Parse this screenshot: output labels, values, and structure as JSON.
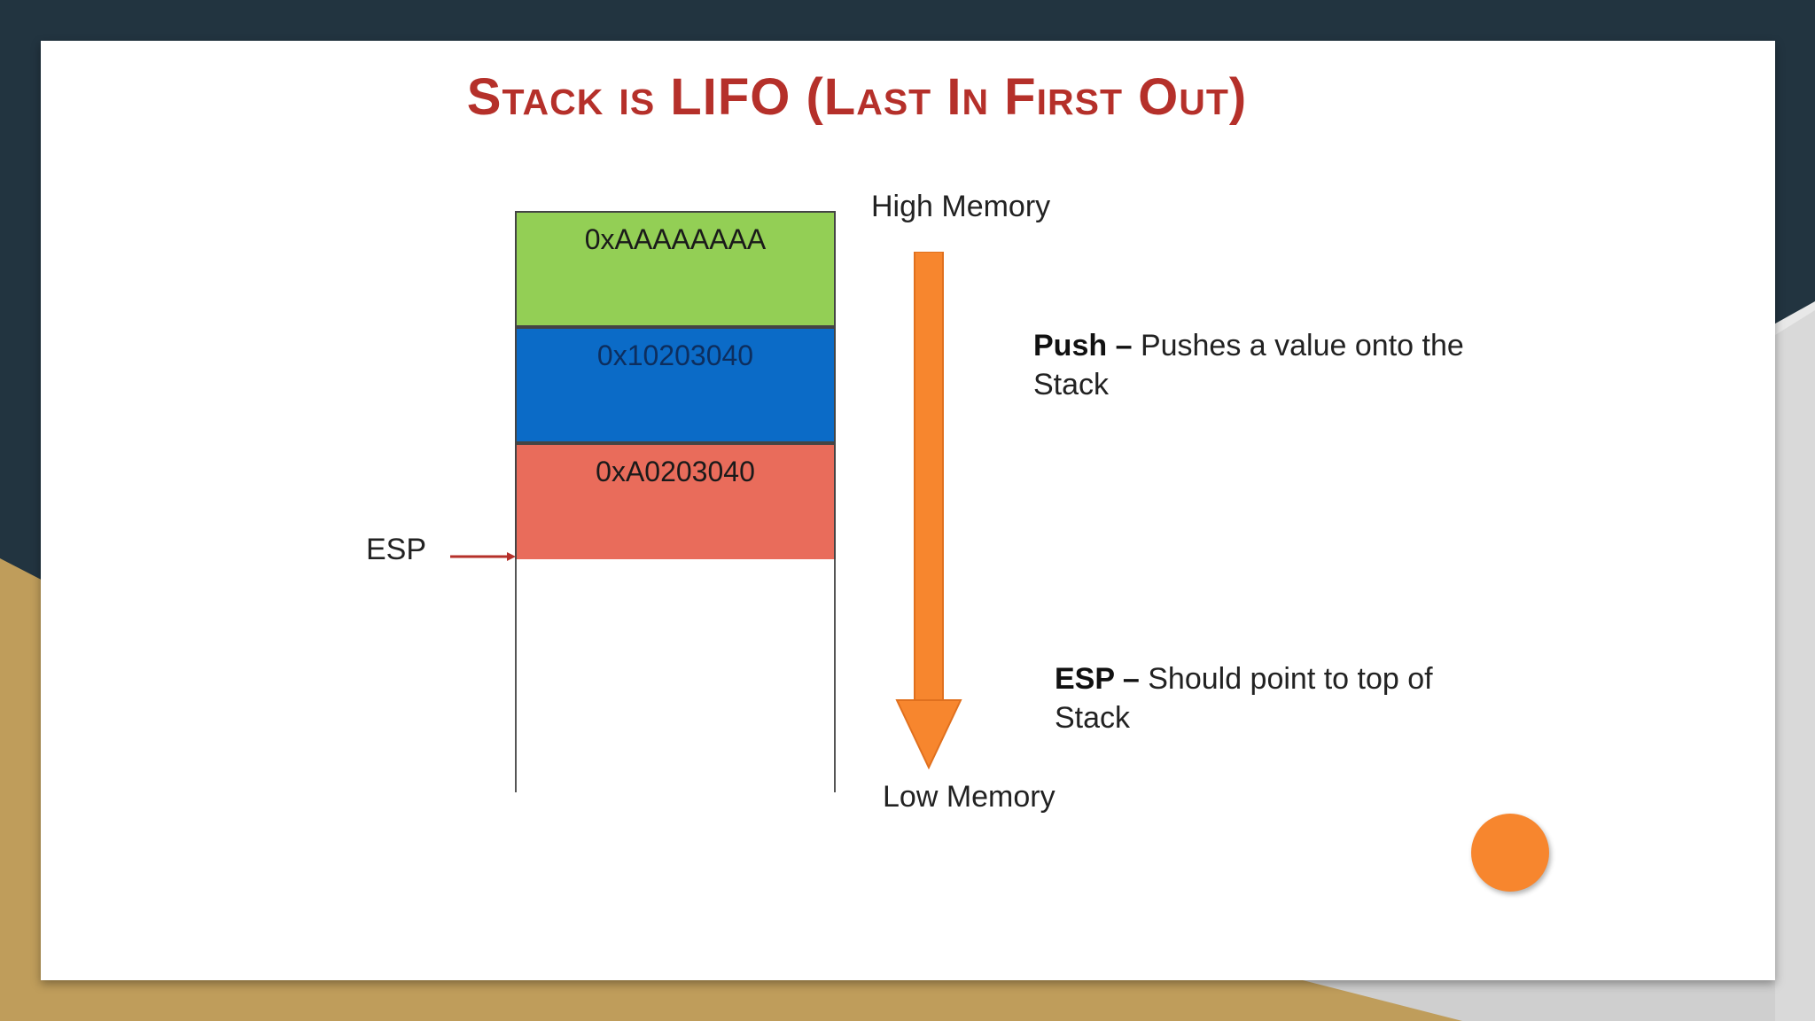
{
  "title": "Stack is LIFO (Last In First Out)",
  "stack": {
    "cells": [
      {
        "value": "0xAAAAAAAA",
        "color": "#93cf55"
      },
      {
        "value": "0x10203040",
        "color": "#0b6bc7"
      },
      {
        "value": "0xA0203040",
        "color": "#e96c5b"
      }
    ]
  },
  "pointer": {
    "label": "ESP"
  },
  "memory": {
    "high_label": "High Memory",
    "low_label": "Low Memory",
    "arrow_color": "#f7862e"
  },
  "descriptions": {
    "push": {
      "term": "Push",
      "separator": " – ",
      "text": "Pushes a value onto the Stack"
    },
    "esp": {
      "term": "ESP",
      "separator": " – ",
      "text": "Should point to top of Stack"
    }
  },
  "colors": {
    "title": "#b5302a",
    "accent_dot": "#f7862e",
    "frame_dark": "#223440",
    "frame_gold": "#bf9d5b"
  }
}
